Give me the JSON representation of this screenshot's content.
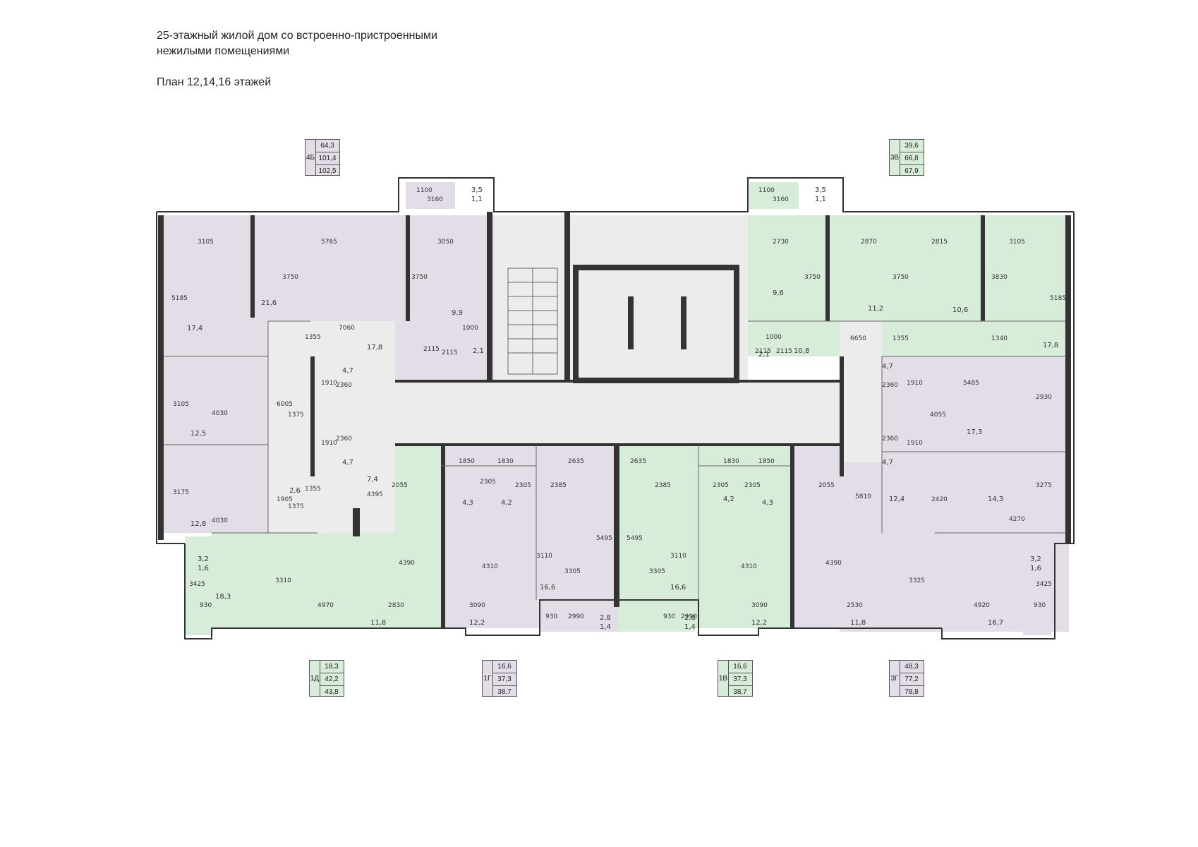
{
  "header": {
    "title_line1": "25-этажный жилой дом со встроенно-пристроенными",
    "title_line2": "нежилыми помещениями",
    "plan_title": "План 12,14,16 этажей"
  },
  "colors": {
    "green_apartment": "#d7ecd9",
    "lilac_apartment": "#e3dde8",
    "core": "#e6e6e6",
    "wall": "#333333"
  },
  "legends": [
    {
      "code": "4Б",
      "values": [
        "64,3",
        "101,4",
        "102,5"
      ],
      "color": "lilac"
    },
    {
      "code": "3В",
      "values": [
        "39,6",
        "66,8",
        "67,9"
      ],
      "color": "green"
    },
    {
      "code": "1Д",
      "values": [
        "18,3",
        "42,2",
        "43,8"
      ],
      "color": "green"
    },
    {
      "code": "1Г",
      "values": [
        "16,6",
        "37,3",
        "38,7"
      ],
      "color": "lilac"
    },
    {
      "code": "1В",
      "values": [
        "16,6",
        "37,3",
        "38,7"
      ],
      "color": "green"
    },
    {
      "code": "3Г",
      "values": [
        "48,3",
        "77,2",
        "78,8"
      ],
      "color": "lilac"
    }
  ],
  "rooms": [
    {
      "label": "17,4"
    },
    {
      "label": "21,6"
    },
    {
      "label": "9,9"
    },
    {
      "label": "17,8"
    },
    {
      "label": "12,5"
    },
    {
      "label": "12,8"
    },
    {
      "label": "2,6"
    },
    {
      "label": "4,7"
    },
    {
      "label": "4,7"
    },
    {
      "label": "7,4"
    },
    {
      "label": "18,3"
    },
    {
      "label": "11,8"
    },
    {
      "label": "12,2"
    },
    {
      "label": "4,3"
    },
    {
      "label": "4,2"
    },
    {
      "label": "16,6"
    },
    {
      "label": "16,6"
    },
    {
      "label": "4,2"
    },
    {
      "label": "4,3"
    },
    {
      "label": "12,2"
    },
    {
      "label": "11,8"
    },
    {
      "label": "16,7"
    },
    {
      "label": "12,4"
    },
    {
      "label": "14,3"
    },
    {
      "label": "17,3"
    },
    {
      "label": "4,7"
    },
    {
      "label": "4,7"
    },
    {
      "label": "9,6"
    },
    {
      "label": "11,2"
    },
    {
      "label": "10,6"
    },
    {
      "label": "17,8"
    },
    {
      "label": "10,8"
    },
    {
      "label": "2,1"
    },
    {
      "label": "2,1"
    },
    {
      "label": "3,2"
    },
    {
      "label": "1,6"
    },
    {
      "label": "3,2"
    },
    {
      "label": "1,6"
    },
    {
      "label": "2,8"
    },
    {
      "label": "1,4"
    },
    {
      "label": "2,8"
    },
    {
      "label": "1,4"
    },
    {
      "label": "3,5"
    },
    {
      "label": "1,1"
    },
    {
      "label": "3,5"
    },
    {
      "label": "1,1"
    }
  ],
  "dimensions": [
    "3105",
    "5765",
    "3050",
    "3750",
    "3750",
    "5185",
    "7060",
    "1355",
    "2115",
    "2115",
    "1000",
    "4030",
    "3105",
    "6005",
    "1375",
    "1910",
    "2360",
    "2360",
    "1910",
    "4030",
    "3175",
    "1375",
    "1905",
    "1355",
    "4395",
    "2055",
    "4390",
    "3310",
    "4970",
    "2830",
    "3425",
    "930",
    "1850",
    "1830",
    "2305",
    "2305",
    "2635",
    "2385",
    "5495",
    "4310",
    "3110",
    "3305",
    "3090",
    "2990",
    "930",
    "2635",
    "2385",
    "5495",
    "3110",
    "3305",
    "1830",
    "1850",
    "2305",
    "2305",
    "4310",
    "3090",
    "2990",
    "930",
    "2055",
    "4390",
    "2530",
    "3325",
    "4920",
    "3425",
    "930",
    "5810",
    "2420",
    "4270",
    "3275",
    "5485",
    "2930",
    "4055",
    "1910",
    "2360",
    "2360",
    "1910",
    "2730",
    "2870",
    "2815",
    "3105",
    "3750",
    "3750",
    "3830",
    "5185",
    "6650",
    "1355",
    "1340",
    "1000",
    "2115",
    "2115",
    "3160",
    "1100",
    "3160",
    "1100"
  ]
}
